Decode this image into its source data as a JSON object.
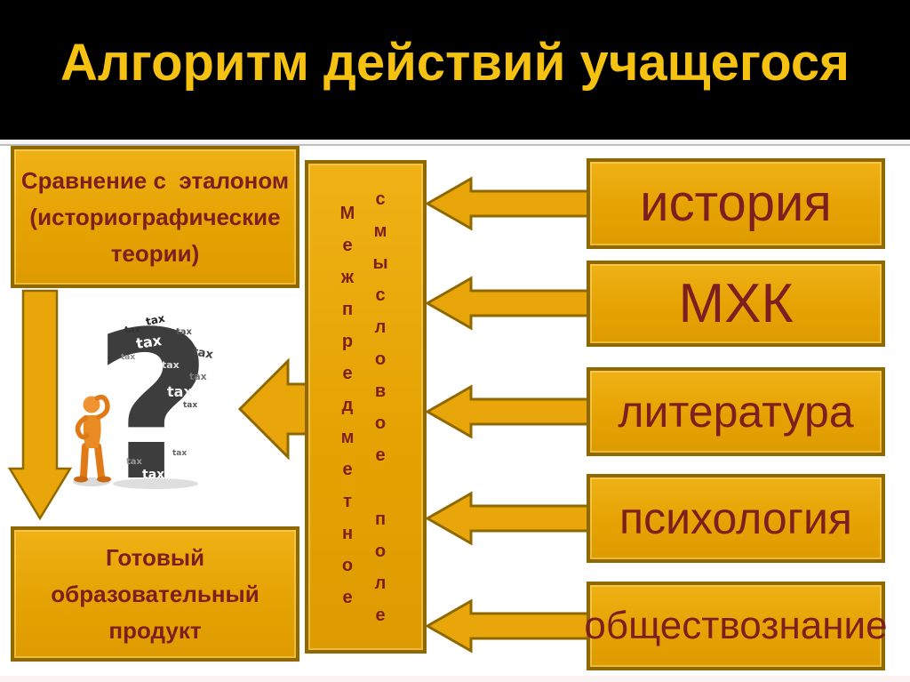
{
  "slide": {
    "title": "Алгоритм действий учащегося",
    "colors": {
      "header_bg": "#000000",
      "title_text": "#F5C211",
      "box_fill": "#E9A60A",
      "box_border": "#8F6900",
      "box_text": "#7E1F1F",
      "body_bg": "#FFFFFF"
    }
  },
  "left_column": {
    "comparison_box": {
      "lines": [
        "Сравнение с  эталоном",
        "(историографические",
        "теории)"
      ]
    },
    "product_box": {
      "lines": [
        "Готовый",
        "образовательный",
        "продукт"
      ]
    }
  },
  "center_bar": {
    "word_left": "Межпредметное",
    "word_right": "смысловое поле"
  },
  "subjects": [
    {
      "label": "история"
    },
    {
      "label": "МХК"
    },
    {
      "label": "литература"
    },
    {
      "label": "психология"
    },
    {
      "label": "обществознание"
    }
  ],
  "illustration": {
    "question_mark": "?",
    "cloud_word": "tax"
  }
}
